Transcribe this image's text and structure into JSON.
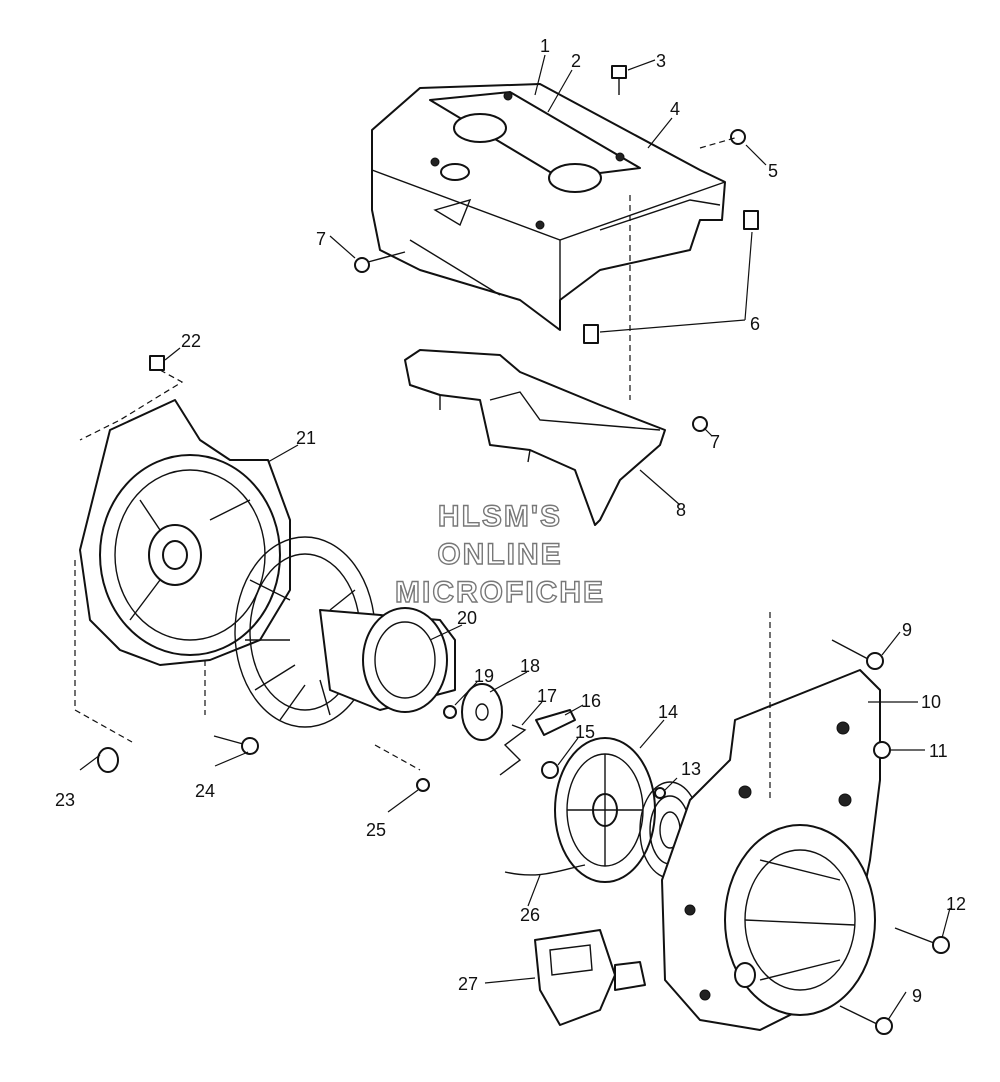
{
  "watermark": {
    "line1": "HLSM'S",
    "line2": "ONLINE",
    "line3": "MICROFICHE"
  },
  "callouts": [
    "1",
    "2",
    "3",
    "4",
    "5",
    "6",
    "7",
    "7",
    "8",
    "9",
    "9",
    "10",
    "11",
    "12",
    "13",
    "14",
    "15",
    "16",
    "17",
    "18",
    "19",
    "20",
    "21",
    "22",
    "23",
    "24",
    "25",
    "26",
    "27"
  ]
}
